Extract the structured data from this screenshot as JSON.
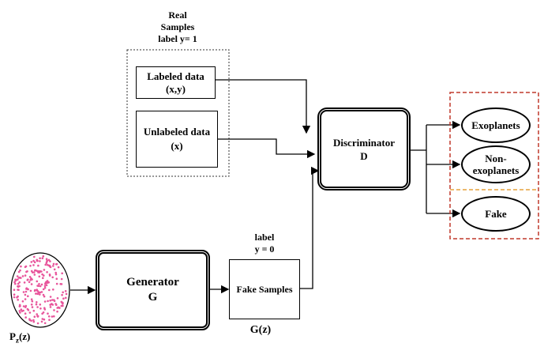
{
  "real_samples": {
    "title": "Real\nSamples\nlabel y= 1"
  },
  "labeled_data": {
    "label": "Labeled data\n(x,y)"
  },
  "unlabeled_data": {
    "label": "Unlabeled data\n(x)"
  },
  "discriminator": {
    "label": "Discriminator\nD"
  },
  "generator": {
    "label": "Generator\nG"
  },
  "fake_samples": {
    "label": "Fake Samples",
    "tag": "label\ny = 0",
    "caption": "G(z)"
  },
  "noise": {
    "caption_main": "P",
    "caption_sub": "z",
    "caption_tail": "(z)"
  },
  "outputs": {
    "exoplanets": "Exoplanets",
    "non_exoplanets": "Non-\nexoplanets",
    "fake": "Fake"
  },
  "colors": {
    "red_dashed": "#c0392b",
    "orange_dashed": "#e6a23c",
    "noise_dots": "#e8559b"
  }
}
